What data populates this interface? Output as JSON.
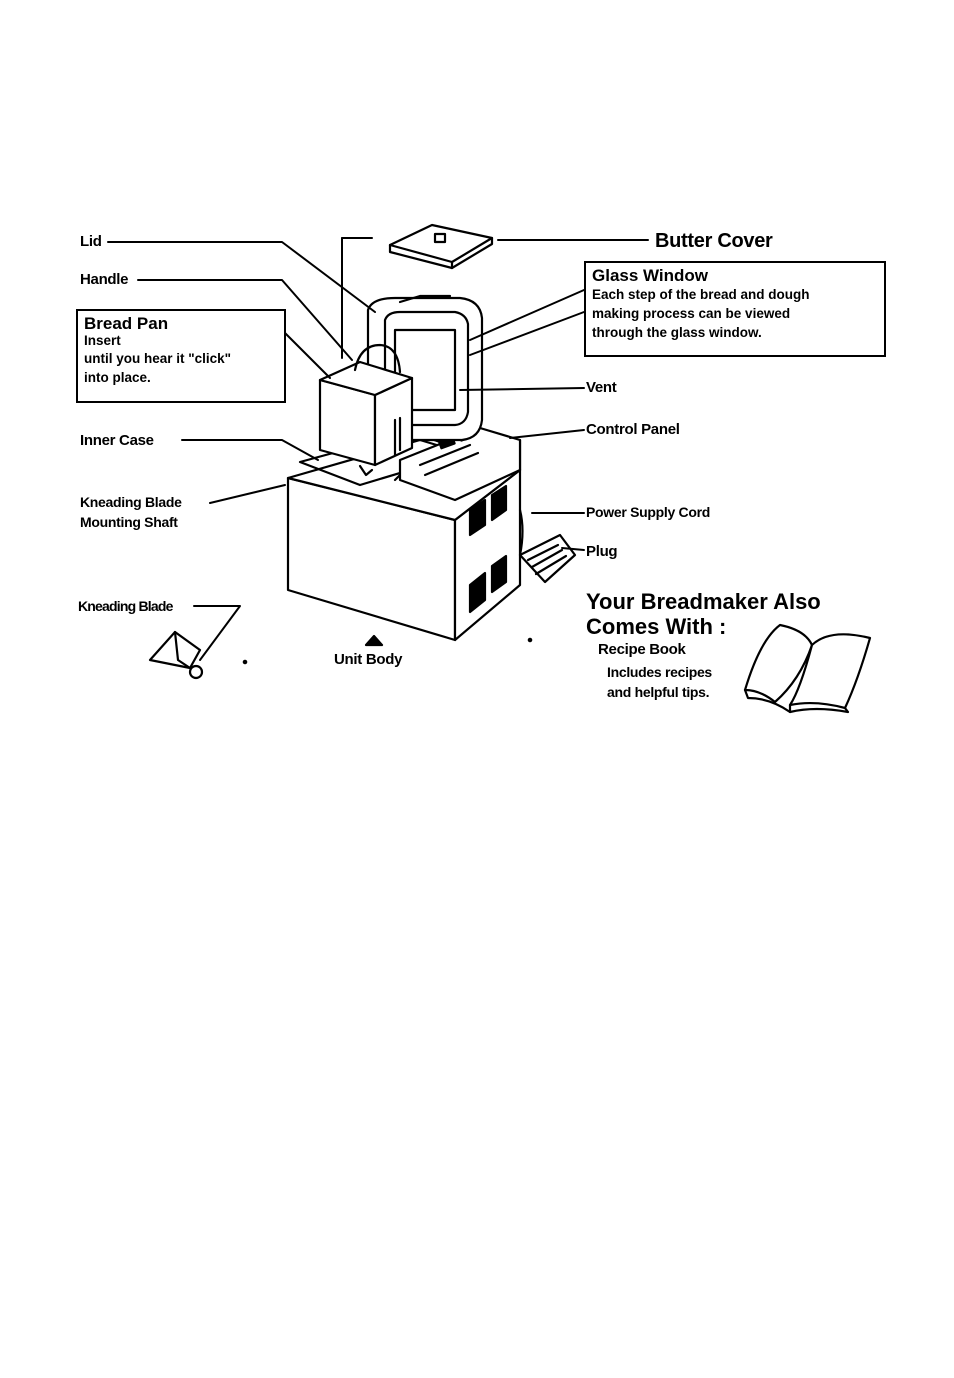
{
  "labels": {
    "lid": "Lid",
    "handle": "Handle",
    "butter_cover": "Butter Cover",
    "vent": "Vent",
    "control_panel": "Control Panel",
    "inner_case": "Inner Case",
    "kneading_blade_shaft_1": "Kneading Blade",
    "kneading_blade_shaft_2": "Mounting Shaft",
    "power_supply_cord": "Power Supply Cord",
    "plug": "Plug",
    "kneading_blade": "Kneading Blade",
    "unit_body": "Unit Body"
  },
  "bread_pan": {
    "title": "Bread Pan",
    "line1": "Insert",
    "line2": "until you hear it \"click\"",
    "line3": "into place."
  },
  "glass_window": {
    "title": "Glass Window",
    "line1": "Each step of the bread and dough",
    "line2": "making process can be viewed",
    "line3": "through the glass window."
  },
  "also_comes": {
    "line1": "Your Breadmaker Also",
    "line2": "Comes With :",
    "item_title": "Recipe Book",
    "item_line1": "Includes recipes",
    "item_line2": "and helpful tips."
  }
}
